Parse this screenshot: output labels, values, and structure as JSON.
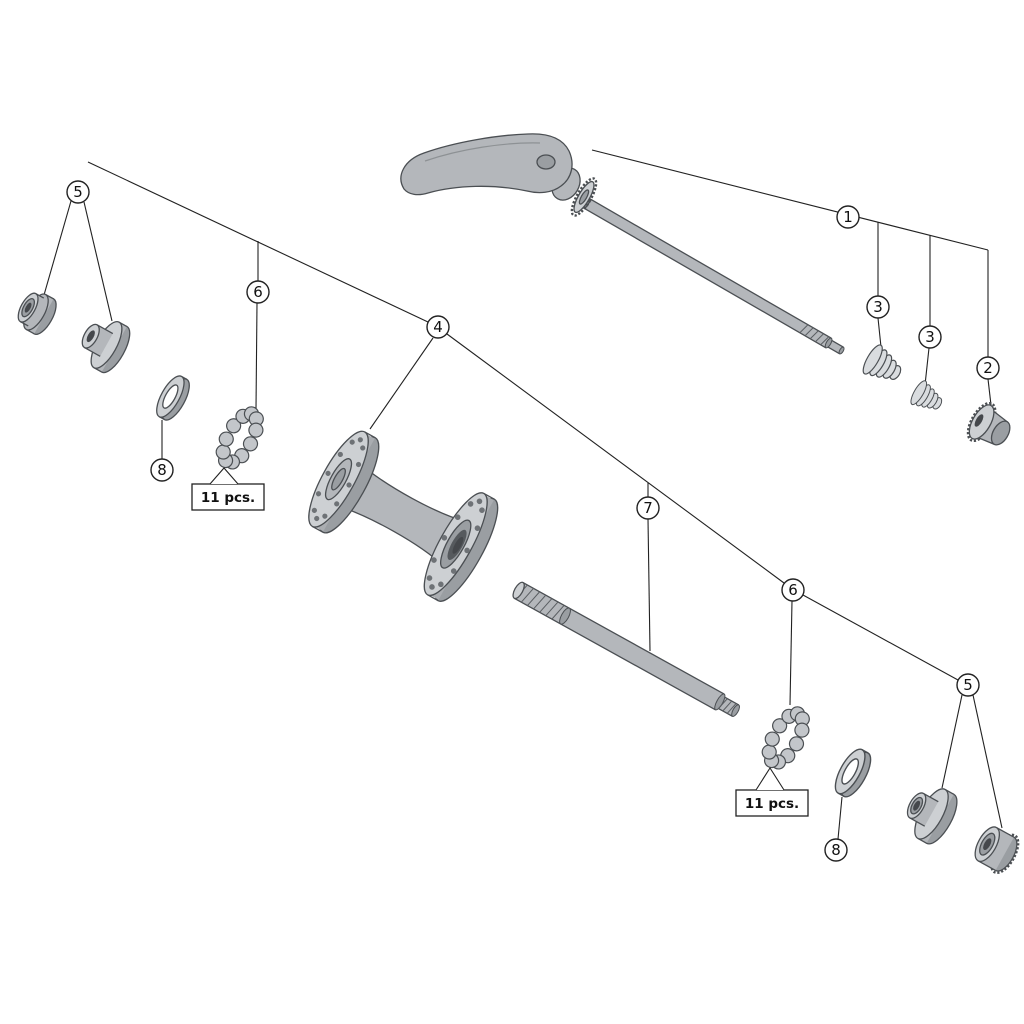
{
  "diagram": {
    "background_color": "#ffffff",
    "line_color": "#222222",
    "part_fill_color": "#c9ccd0",
    "part_outline_color": "#4b4f53",
    "callouts": [
      {
        "part": "quick-release-skewer",
        "label": "1"
      },
      {
        "part": "quick-release-end-nut",
        "label": "2"
      },
      {
        "part": "qr-spring-inner",
        "label": "3"
      },
      {
        "part": "qr-spring-outer",
        "label": "3"
      },
      {
        "part": "hub-shell",
        "label": "4"
      },
      {
        "part": "left-lock-nut-and-cone",
        "label": "5"
      },
      {
        "part": "left-ball-retainer",
        "label": "6"
      },
      {
        "part": "axle",
        "label": "7"
      },
      {
        "part": "left-seal-washer",
        "label": "8"
      },
      {
        "part": "right-ball-retainer",
        "label": "6"
      },
      {
        "part": "right-seal-washer",
        "label": "8"
      },
      {
        "part": "right-lock-nut-and-cone",
        "label": "5"
      }
    ],
    "notes": {
      "left_ball_count": "11 pcs.",
      "right_ball_count": "11 pcs."
    }
  }
}
